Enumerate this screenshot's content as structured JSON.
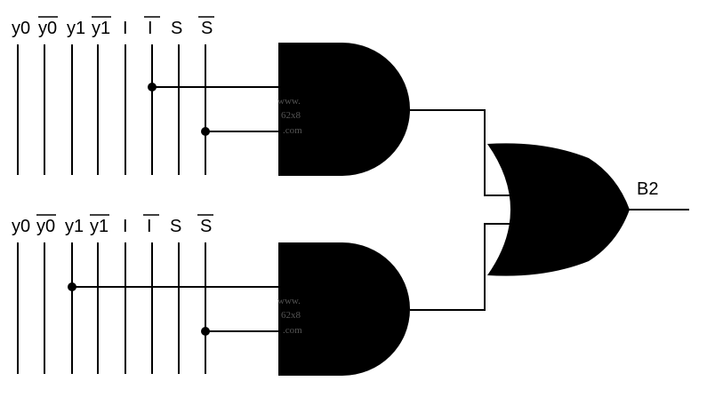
{
  "circuit": {
    "top_inputs": [
      {
        "text": "y0",
        "bar": false
      },
      {
        "text": "y0",
        "bar": true
      },
      {
        "text": "y1",
        "bar": false
      },
      {
        "text": "y1",
        "bar": true
      },
      {
        "text": "I",
        "bar": false
      },
      {
        "text": "I",
        "bar": true
      },
      {
        "text": "S",
        "bar": false
      },
      {
        "text": "S",
        "bar": true
      }
    ],
    "bottom_inputs": [
      {
        "text": "y0",
        "bar": false
      },
      {
        "text": "y0",
        "bar": true
      },
      {
        "text": "y1",
        "bar": false
      },
      {
        "text": "y1",
        "bar": true
      },
      {
        "text": "I",
        "bar": false
      },
      {
        "text": "I",
        "bar": true
      },
      {
        "text": "S",
        "bar": false
      },
      {
        "text": "S",
        "bar": true
      }
    ],
    "output_label": "B2",
    "watermark": [
      "www.",
      "62x8",
      ".com"
    ],
    "gates": {
      "and_top": "AND",
      "and_bottom": "AND",
      "or": "OR"
    },
    "colors": {
      "ink": "#000000",
      "background": "#ffffff"
    }
  }
}
